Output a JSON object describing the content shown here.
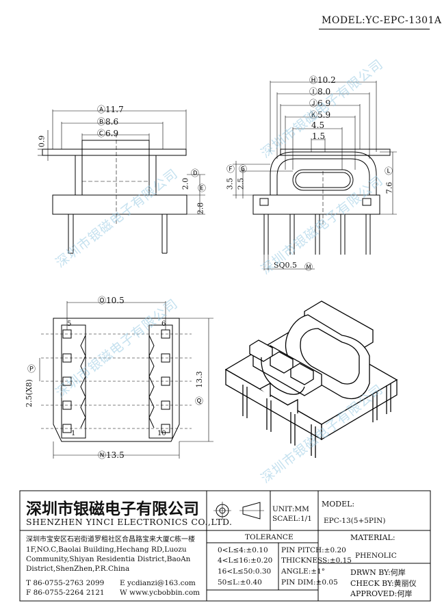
{
  "header": {
    "model": "MODEL:YC-EPC-1301A"
  },
  "side_view": {
    "dims": [
      "Ⓐ11.7",
      "Ⓑ8.6",
      "Ⓒ6.9",
      "0.9",
      "2.0",
      "Ⓓ",
      "Ⓔ",
      "2.8"
    ]
  },
  "front_view": {
    "dims": [
      "Ⓗ10.2",
      "Ⓘ8.0",
      "Ⓙ6.9",
      "Ⓚ5.9",
      "4.5",
      "1.5",
      "Ⓕ",
      "Ⓖ",
      "3.5",
      "2.5",
      "7.6",
      "Ⓛ",
      "SQ0.5",
      "Ⓜ"
    ]
  },
  "bottom_view": {
    "dims": [
      "Ⓞ10.5",
      "Ⓟ",
      "2.5(X8)",
      "13.3",
      "Ⓠ",
      "Ⓝ13.5"
    ],
    "pins": [
      "5",
      "6",
      "1",
      "10"
    ]
  },
  "watermark": "深圳市银磁电子有限公司",
  "title_block": {
    "company_cn": "深圳市银磁电子有限公司",
    "company_en": "SHENZHEN YINCI ELECTRONICS CO.,LTD.",
    "address": [
      "深圳市宝安区石岩街道罗租社区合昌路宝来大厦C栋一楼",
      "1F,NO.C,Baolai Building,Hechang RD,Luozu",
      "Community,Shiyan Residentia District,BaoAn",
      "District,ShenZhen,P.R.China"
    ],
    "tel": "T 86-0755-2763 2099",
    "fax": "F 86-0755-2264 2121",
    "email": "E ycdianzi@163.com",
    "web": "W www.ycbobbin.com",
    "unit": "UNIT:MM",
    "scale": "SCAEL:1/1",
    "tolerance_title": "TOLERANCE",
    "tolerance": [
      "0<L≤4:±0.10",
      "4<L≤16:±0.20",
      "16<L≤50:0.30",
      "50≤L:±0.40"
    ],
    "pin_specs": [
      "PIN PITCH:±0.20",
      "THICKNESS:±0.15",
      "ANGLE:±1°",
      "PIN DIM:±0.05"
    ],
    "model_label": "MODEL:",
    "model_value": "EPC-13(5+5PIN)",
    "material_label": "MATERIAL:",
    "material_value": "PHENOLIC",
    "drawn_by": "DRWN BY:何岸",
    "check_by": "CHECK BY:黄丽仪",
    "approved": "APPROVED:何岸"
  }
}
